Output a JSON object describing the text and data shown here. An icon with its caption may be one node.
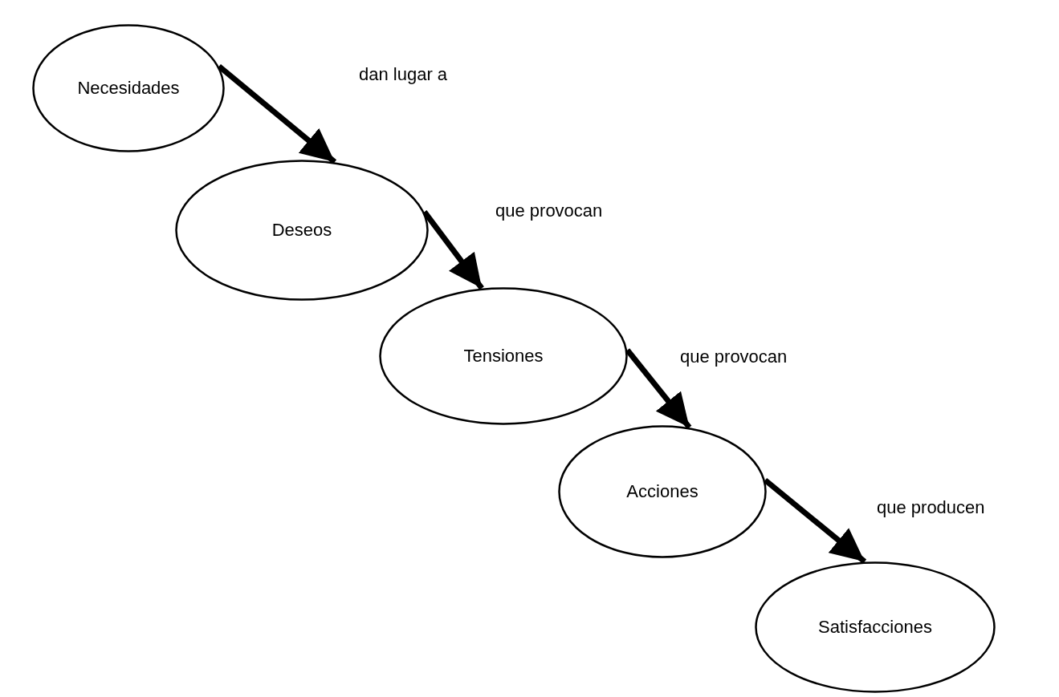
{
  "diagram": {
    "nodes": [
      {
        "text": [
          "Necesidades"
        ]
      },
      {
        "text": [
          "Deseos"
        ]
      },
      {
        "text": [
          "Tensiones"
        ]
      },
      {
        "text": [
          "Acciones"
        ]
      },
      {
        "text": [
          "Satisfacciones"
        ]
      }
    ],
    "edges": [
      {
        "from": 0,
        "to": 1,
        "arrow": "to",
        "label": "dan lugar a"
      },
      {
        "from": 1,
        "to": 2,
        "arrow": "to",
        "label": "que provocan"
      },
      {
        "from": 2,
        "to": 3,
        "arrow": "to",
        "label": "que provocan"
      },
      {
        "from": 3,
        "to": 4,
        "arrow": "to",
        "label": "que producen"
      }
    ]
  }
}
